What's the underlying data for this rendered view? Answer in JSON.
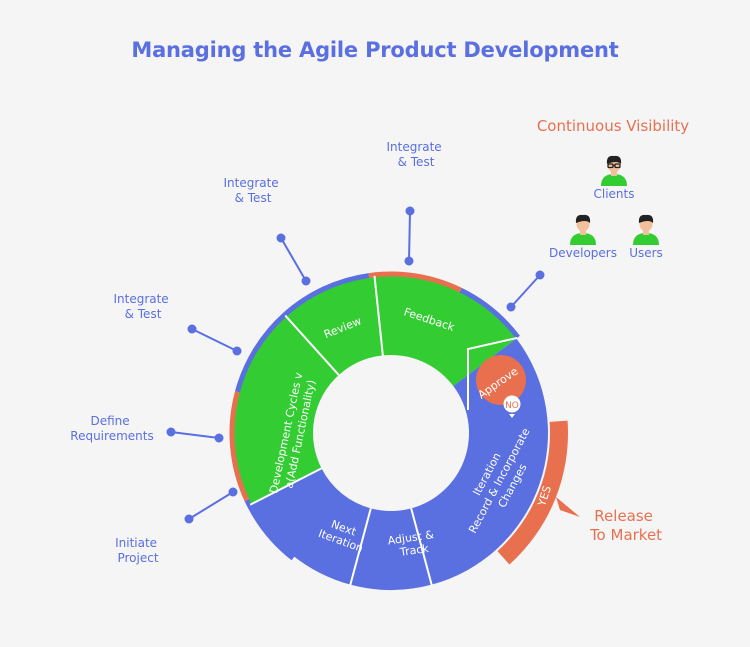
{
  "title": "Managing the Agile Product Development",
  "colors": {
    "blue": "#5a6fe0",
    "green": "#33cc33",
    "orange": "#e8704f",
    "background": "#f5f5f6"
  },
  "outer_steps": [
    {
      "id": "initiate",
      "lines": [
        "Initiate",
        "Project"
      ]
    },
    {
      "id": "define",
      "lines": [
        "Define",
        "Requirements"
      ]
    },
    {
      "id": "integrate1",
      "lines": [
        "Integrate",
        "& Test"
      ]
    },
    {
      "id": "integrate2",
      "lines": [
        "Integrate",
        "& Test"
      ]
    },
    {
      "id": "integrate3",
      "lines": [
        "Integrate",
        "& Test"
      ]
    }
  ],
  "ring_segments": [
    {
      "id": "development",
      "lines": [
        "Development Cycles v",
        "a(Add Functionality)"
      ],
      "color": "green"
    },
    {
      "id": "review",
      "lines": [
        "Review"
      ],
      "color": "green"
    },
    {
      "id": "feedback",
      "lines": [
        "Feedback"
      ],
      "color": "green"
    },
    {
      "id": "iteration",
      "lines": [
        "Iteration",
        "Record & Incorporate",
        "Changes"
      ],
      "color": "blue"
    },
    {
      "id": "adjust",
      "lines": [
        "Adjust &",
        "Track"
      ],
      "color": "blue"
    },
    {
      "id": "next",
      "lines": [
        "Next",
        "Iteration"
      ],
      "color": "blue"
    }
  ],
  "approve": {
    "label": "Approve",
    "no_label": "NO",
    "yes_label": "YES"
  },
  "release": {
    "lines": [
      "Release",
      "To Market"
    ]
  },
  "visibility": {
    "title": "Continuous Visibility",
    "people": [
      {
        "id": "clients",
        "label": "Clients",
        "glasses": true
      },
      {
        "id": "developers",
        "label": "Developers",
        "glasses": false
      },
      {
        "id": "users",
        "label": "Users",
        "glasses": false
      }
    ]
  }
}
